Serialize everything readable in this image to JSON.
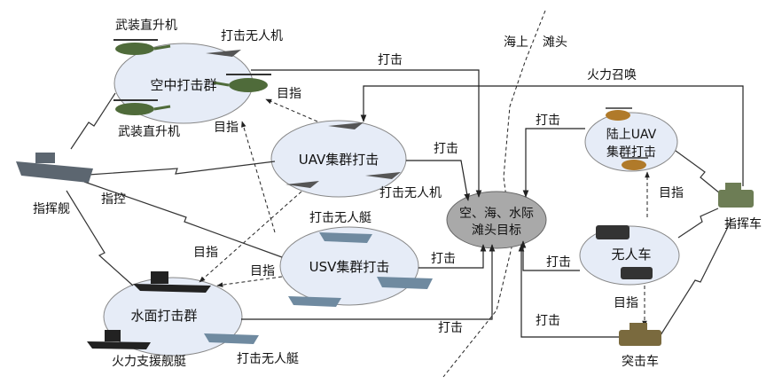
{
  "shore": {
    "sea": "海上",
    "beach": "滩头"
  },
  "groups": {
    "air": "空中打击群",
    "uav": "UAV集群打击",
    "usv": "USV集群打击",
    "surface": "水面打击群",
    "target": [
      "空、海、水际",
      "滩头目标"
    ],
    "land_uav": [
      "陆上UAV",
      "集群打击"
    ],
    "ugv": "无人车"
  },
  "units": {
    "armed_heli_top": "武装直升机",
    "armed_heli_bottom": "武装直升机",
    "strike_uav_top": "打击无人机",
    "strike_uav_mid": "打击无人机",
    "strike_usv_top": "打击无人艇",
    "strike_usv_bottom": "打击无人艇",
    "command_ship": "指挥舰",
    "fire_support": "火力支援舰艇",
    "command_vehicle": "指挥车",
    "assault_vehicle": "突击车"
  },
  "edges": {
    "strike_1": "打击",
    "strike_2": "打击",
    "strike_3": "打击",
    "strike_4": "打击",
    "strike_5": "打击",
    "strike_6": "打击",
    "strike_7": "打击",
    "target_1": "目指",
    "target_2": "目指",
    "target_3": "目指",
    "target_4": "目指",
    "target_5": "目指",
    "target_6": "目指",
    "control": "指控",
    "fire_call": "火力召唤"
  }
}
